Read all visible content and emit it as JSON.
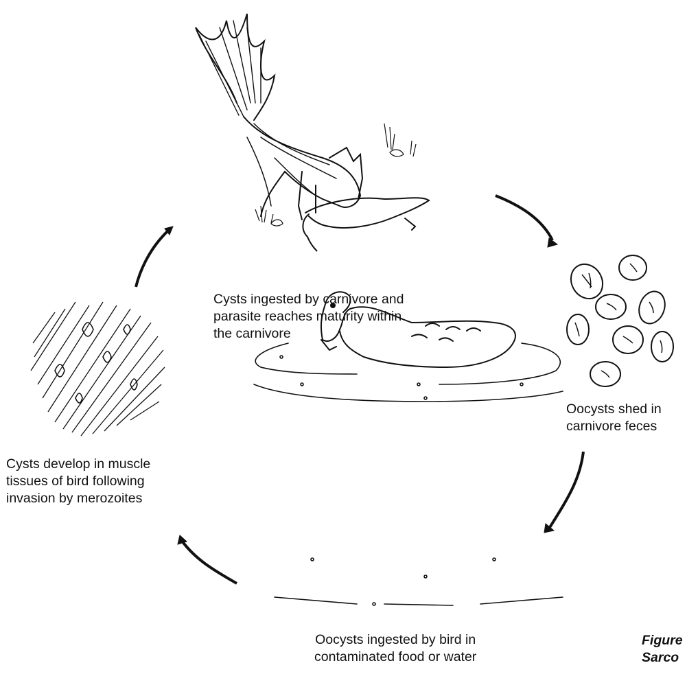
{
  "labels": {
    "carnivore_stage": [
      "Cysts ingested by carnivore and",
      "parasite reaches maturity within",
      "the carnivore"
    ],
    "oocysts_shed": [
      "Oocysts shed in",
      "carnivore feces"
    ],
    "muscle_cysts": [
      "Cysts develop in muscle",
      "tissues of bird following",
      "invasion by merozoites"
    ],
    "bird_ingestion": [
      "Oocysts ingested by bird in",
      "contaminated food or water"
    ],
    "figure_caption": [
      "Figure",
      "Sarco"
    ]
  },
  "colors": {
    "ink": "#111111",
    "background": "#ffffff"
  }
}
